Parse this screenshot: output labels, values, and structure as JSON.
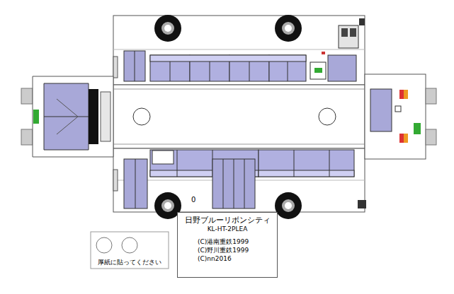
{
  "diagram": {
    "nodes": [
      {
        "text": [
          "日野ブルーリボンシティ",
          "KL-HT-2PLEA",
          "(C)港南重鉄1999",
          "(C)野川重鉄1999",
          "(C)nn2016"
        ]
      },
      {
        "text": [
          "厚紙に貼ってください"
        ]
      }
    ],
    "labels": [
      "0"
    ]
  }
}
